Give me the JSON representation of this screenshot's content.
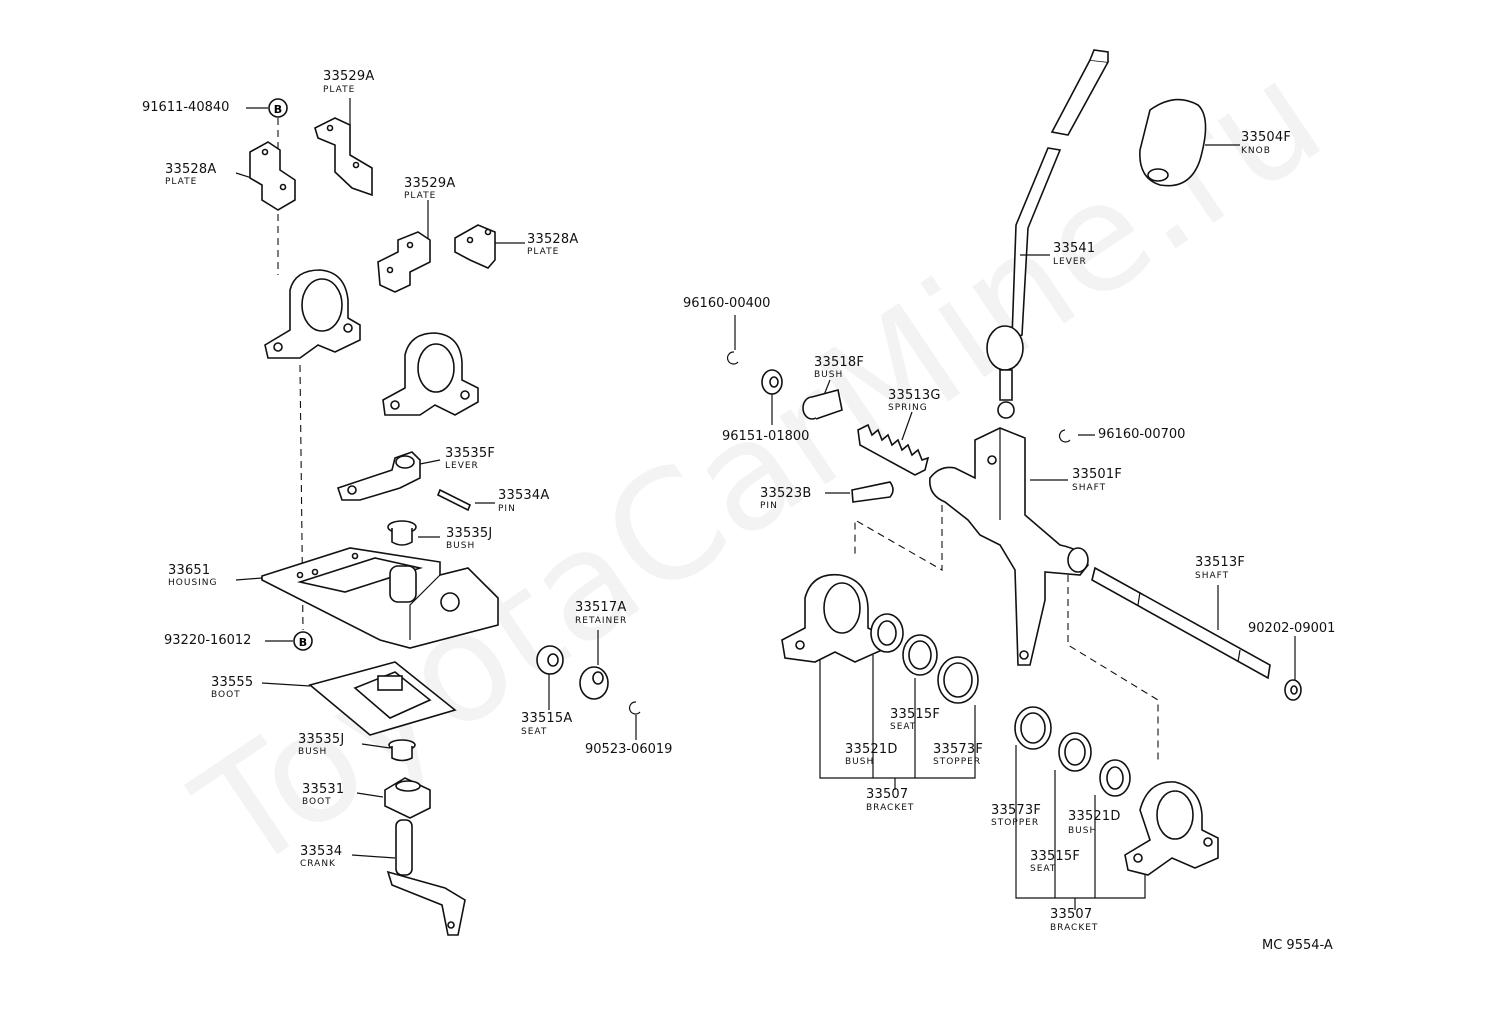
{
  "watermark": "ToyotaCarMine.ru",
  "figure_code": "MC 9554-A",
  "marker_b": "B",
  "labels": {
    "p91611": {
      "number": "91611-40840",
      "name": ""
    },
    "p33529a_1": {
      "number": "33529A",
      "name": "PLATE"
    },
    "p33528a_1": {
      "number": "33528A",
      "name": "PLATE"
    },
    "p33529a_2": {
      "number": "33529A",
      "name": "PLATE"
    },
    "p33528a_2": {
      "number": "33528A",
      "name": "PLATE"
    },
    "p33535f": {
      "number": "33535F",
      "name": "LEVER"
    },
    "p33534a": {
      "number": "33534A",
      "name": "PIN"
    },
    "p33535j_1": {
      "number": "33535J",
      "name": "BUSH"
    },
    "p33651": {
      "number": "33651",
      "name": "HOUSING"
    },
    "p93220": {
      "number": "93220-16012",
      "name": ""
    },
    "p33555": {
      "number": "33555",
      "name": "BOOT"
    },
    "p33535j_2": {
      "number": "33535J",
      "name": "BUSH"
    },
    "p33531": {
      "number": "33531",
      "name": "BOOT"
    },
    "p33534": {
      "number": "33534",
      "name": "CRANK"
    },
    "p33517a": {
      "number": "33517A",
      "name": "RETAINER"
    },
    "p33515a": {
      "number": "33515A",
      "name": "SEAT"
    },
    "p90523": {
      "number": "90523-06019",
      "name": ""
    },
    "p96160_400": {
      "number": "96160-00400",
      "name": ""
    },
    "p96151": {
      "number": "96151-01800",
      "name": ""
    },
    "p33518f": {
      "number": "33518F",
      "name": "BUSH"
    },
    "p33513g": {
      "number": "33513G",
      "name": "SPRING"
    },
    "p33523b": {
      "number": "33523B",
      "name": "PIN"
    },
    "p33504f": {
      "number": "33504F",
      "name": "KNOB"
    },
    "p33541": {
      "number": "33541",
      "name": "LEVER"
    },
    "p96160_700": {
      "number": "96160-00700",
      "name": ""
    },
    "p33501f": {
      "number": "33501F",
      "name": "SHAFT"
    },
    "p33513f": {
      "number": "33513F",
      "name": "SHAFT"
    },
    "p90202": {
      "number": "90202-09001",
      "name": ""
    },
    "p33515f_1": {
      "number": "33515F",
      "name": "SEAT"
    },
    "p33521d_1": {
      "number": "33521D",
      "name": "BUSH"
    },
    "p33573f_1": {
      "number": "33573F",
      "name": "STOPPER"
    },
    "p33507_1": {
      "number": "33507",
      "name": "BRACKET"
    },
    "p33573f_2": {
      "number": "33573F",
      "name": "STOPPER"
    },
    "p33521d_2": {
      "number": "33521D",
      "name": "BUSH"
    },
    "p33515f_2": {
      "number": "33515F",
      "name": "SEAT"
    },
    "p33507_2": {
      "number": "33507",
      "name": "BRACKET"
    }
  }
}
